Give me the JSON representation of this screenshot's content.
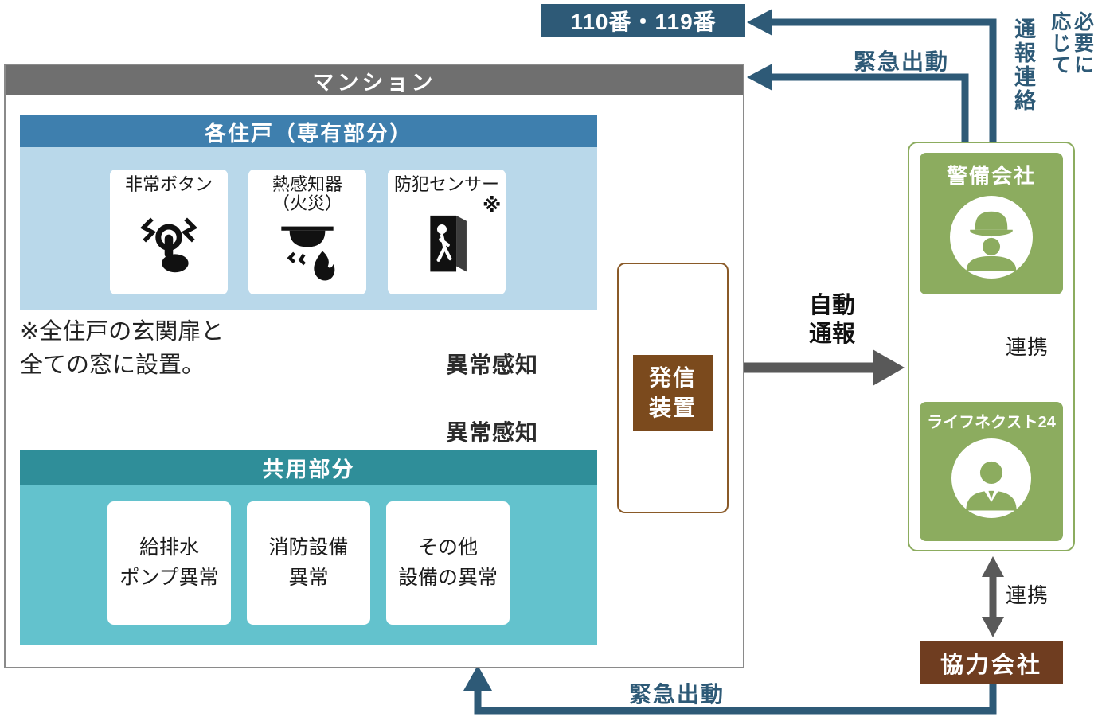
{
  "colors": {
    "navy_blue": "#2e5a77",
    "gray_header": "#6f6f6f",
    "blue_header": "#3e7fae",
    "light_blue": "#b9d8ea",
    "teal_header": "#2f8e99",
    "teal_body": "#63c2cd",
    "brown": "#7b4a1d",
    "green": "#8cac5f",
    "dark_brown": "#6f3d20",
    "arrow_gray": "#595959"
  },
  "emergency_box": {
    "label": "110番・119番"
  },
  "mansion": {
    "title": "マンション",
    "private": {
      "title": "各住戸（専有部分）",
      "asterisk": "※",
      "sensors": [
        {
          "label": "非常ボタン",
          "icon": "emergency-button-icon"
        },
        {
          "label": "熱感知器\n（火災）",
          "icon": "heat-detector-icon"
        },
        {
          "label": "防犯センサー",
          "icon": "security-sensor-icon"
        }
      ]
    },
    "note": "※全住戸の玄関扉と\n全ての窓に設置。",
    "detect1": "異常感知",
    "detect2": "異常感知",
    "common": {
      "title": "共用部分",
      "items": [
        {
          "label": "給排水\nポンプ異常"
        },
        {
          "label": "消防設備\n異常"
        },
        {
          "label": "その他\n設備の異常"
        }
      ]
    }
  },
  "transmitter": {
    "label": "発信\n装置"
  },
  "auto_report": "自動\n通報",
  "security": {
    "company": "警備会社",
    "company_icon": "security-guard-icon",
    "link1": "連携",
    "lifenext": "ライフネクスト24",
    "lifenext_icon": "operator-person-icon"
  },
  "partner": {
    "link": "連携",
    "label": "協力会社"
  },
  "dispatch_top": "緊急出動",
  "dispatch_bottom": "緊急出動",
  "vertical_notes": {
    "report": "通報連絡",
    "as_needed": "必要に応じて"
  }
}
